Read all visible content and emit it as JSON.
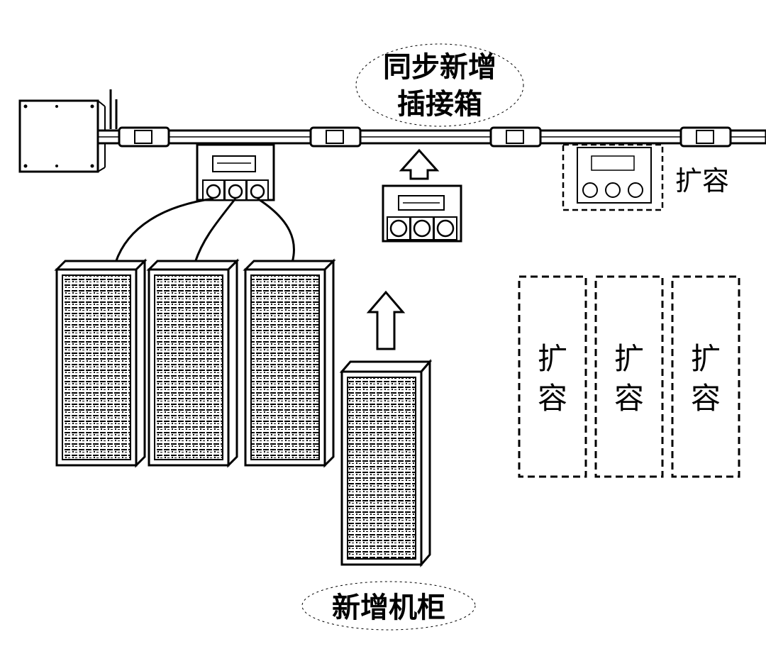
{
  "labels": {
    "sync_new_line1": "同步新增",
    "sync_new_line2": "插接箱",
    "new_cabinet": "新增机柜",
    "expansion_horizontal": "扩容",
    "expansion_v_top": "扩",
    "expansion_v_bottom": "容"
  },
  "colors": {
    "ink": "#000000",
    "paper": "#ffffff",
    "panel": "#e6e6e6"
  },
  "icons": {
    "arrow": "up-arrow-icon",
    "junction_box": "junction-box-icon",
    "busway": "busway-icon",
    "plug_box": "plug-in-box-icon",
    "server_rack": "server-rack-icon"
  }
}
